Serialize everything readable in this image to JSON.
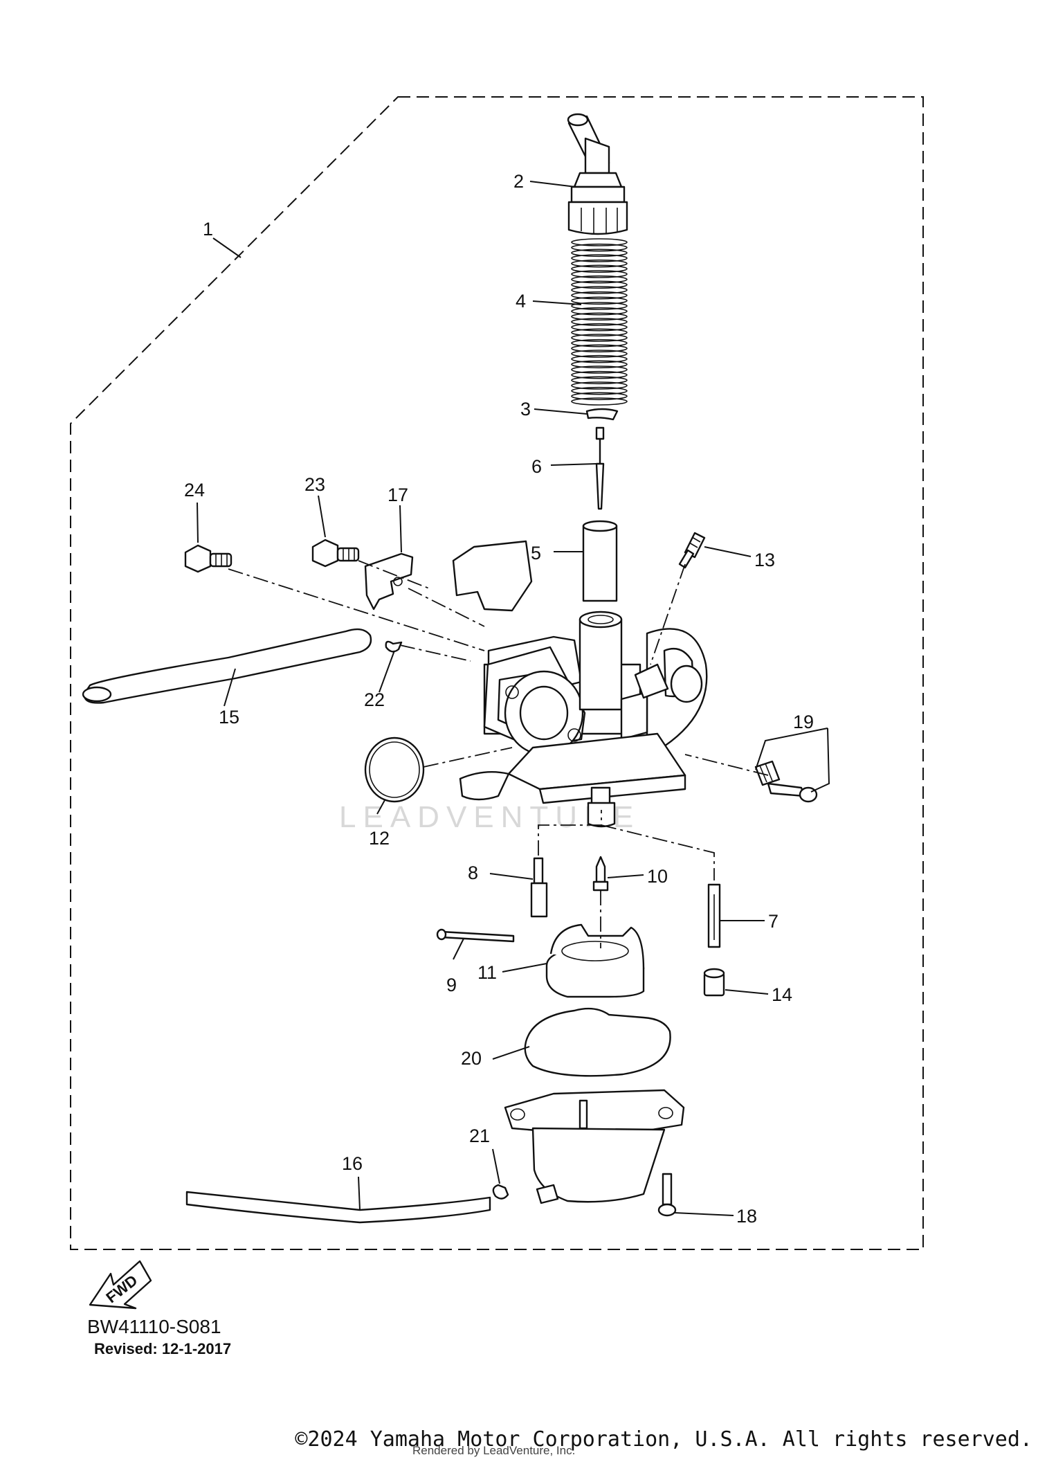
{
  "diagram": {
    "part_labels": {
      "p1": "1",
      "p2": "2",
      "p3": "3",
      "p4": "4",
      "p5": "5",
      "p6": "6",
      "p7": "7",
      "p8": "8",
      "p9": "9",
      "p10": "10",
      "p11": "11",
      "p12": "12",
      "p13": "13",
      "p14": "14",
      "p15": "15",
      "p16": "16",
      "p17": "17",
      "p18": "18",
      "p19": "19",
      "p20": "20",
      "p21": "21",
      "p22": "22",
      "p23": "23",
      "p24": "24"
    },
    "watermark": "LEADVENTURE",
    "fwd_badge": "FWD",
    "drawing_code": "BW41110-S081",
    "revised": "Revised: 12-1-2017"
  },
  "footer": {
    "copyright": "©2024 Yamaha Motor Corporation, U.S.A. All rights reserved.",
    "rendered_by": "Rendered by LeadVenture, Inc."
  }
}
